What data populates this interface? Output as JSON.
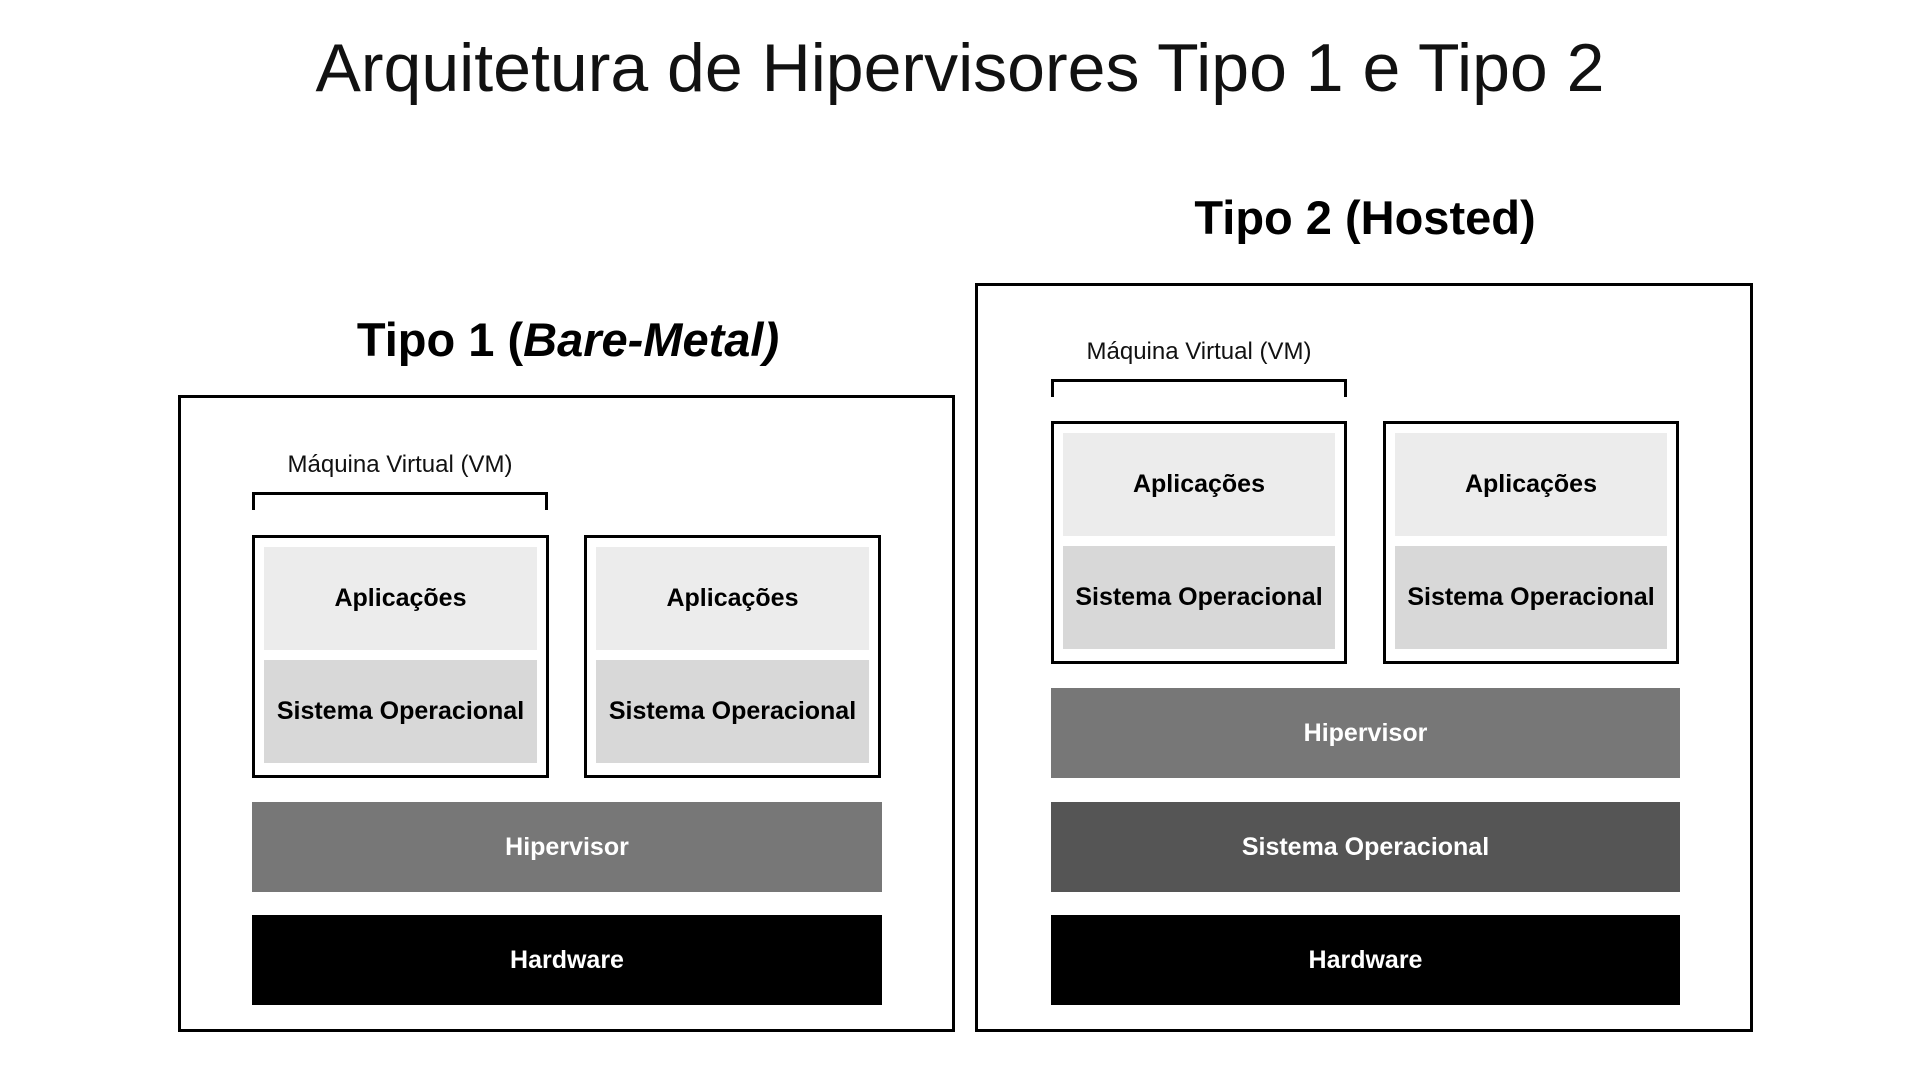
{
  "title": "Arquitetura de Hipervisores Tipo 1 e Tipo 2",
  "type1": {
    "heading_prefix": "Tipo 1 (",
    "heading_italic": "Bare-Metal)",
    "vm_label": "Máquina Virtual (VM)",
    "vms": [
      {
        "apps": "Aplicações",
        "os": "Sistema Operacional"
      },
      {
        "apps": "Aplicações",
        "os": "Sistema Operacional"
      }
    ],
    "hypervisor": "Hipervisor",
    "hardware": "Hardware"
  },
  "type2": {
    "heading": "Tipo 2 (Hosted)",
    "vm_label": "Máquina Virtual (VM)",
    "vms": [
      {
        "apps": "Aplicações",
        "os": "Sistema Operacional"
      },
      {
        "apps": "Aplicações",
        "os": "Sistema Operacional"
      }
    ],
    "hypervisor": "Hipervisor",
    "host_os": "Sistema Operacional",
    "hardware": "Hardware"
  },
  "colors": {
    "applications": "#ececec",
    "guest_os": "#d8d8d8",
    "hypervisor": "#777777",
    "host_os": "#555555",
    "hardware": "#000000"
  }
}
